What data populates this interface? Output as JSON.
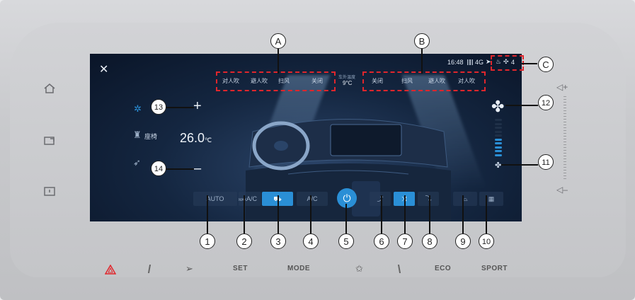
{
  "status_bar": {
    "time": "16:48",
    "signal": "4G",
    "fan_speed": "4"
  },
  "close_label": "✕",
  "left_airflow_modes": [
    "对人吹",
    "避人吹",
    "扫风",
    "关闭"
  ],
  "outside_temp": {
    "label": "车外温度",
    "value": "9°C"
  },
  "right_airflow_modes": [
    "关闭",
    "扫风",
    "避人吹",
    "对人吹"
  ],
  "left_panel": {
    "plus": "+",
    "minus": "–",
    "seat_label": "座椅",
    "temperature": "26.0",
    "temp_unit": "℃"
  },
  "buttons": {
    "auto": "AUTO",
    "max_ac": "A/C",
    "max_prefix": "MAX",
    "ac": "A/C"
  },
  "volume": {
    "up": "+",
    "down": "–"
  },
  "callouts": [
    "A",
    "B",
    "C",
    "1",
    "2",
    "3",
    "4",
    "5",
    "6",
    "7",
    "8",
    "9",
    "10",
    "11",
    "12",
    "13",
    "14"
  ],
  "hardkeys": {
    "set": "SET",
    "mode": "MODE",
    "eco": "ECO",
    "sport": "SPORT"
  },
  "fan_level": {
    "active_bars": 5,
    "total_bars": 10
  },
  "colors": {
    "accent": "#2a8fd6",
    "callout_red": "#e0262c",
    "screen_bg": "#0c1a30"
  }
}
